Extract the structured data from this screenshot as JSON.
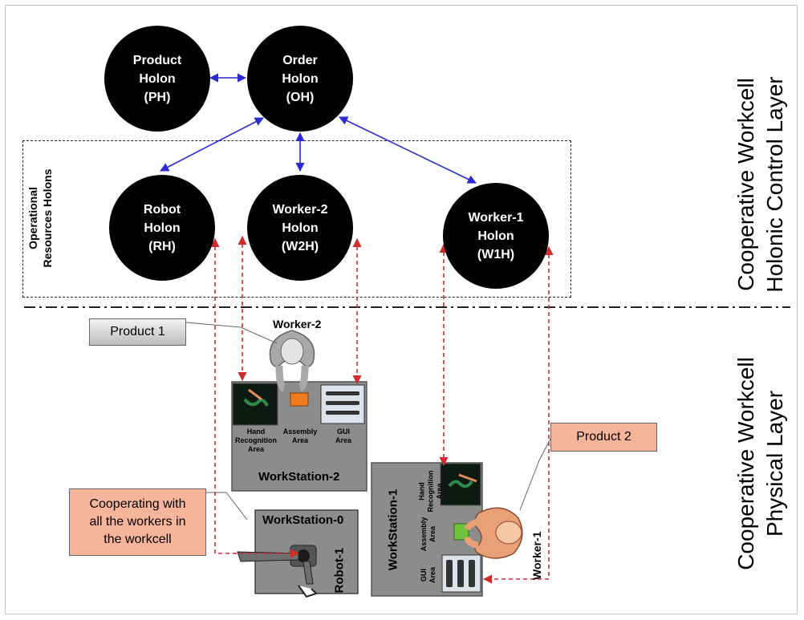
{
  "holons": {
    "product": [
      "Product",
      "Holon",
      "(PH)"
    ],
    "order": [
      "Order",
      "Holon",
      "(OH)"
    ],
    "robot": [
      "Robot",
      "Holon",
      "(RH)"
    ],
    "worker2": [
      "Worker-2",
      "Holon",
      "(W2H)"
    ],
    "worker1": [
      "Worker-1",
      "Holon",
      "(W1H)"
    ]
  },
  "group_label": [
    "Operational",
    "Resources Holons"
  ],
  "layers": {
    "control": [
      "Cooperative Workcell",
      "Holonic Control Layer"
    ],
    "physical": [
      "Cooperative Workcell",
      "Physical Layer"
    ]
  },
  "callouts": {
    "product1": "Product 1",
    "product2": "Product 2",
    "cooperating": [
      "Cooperating with",
      "all the workers in",
      "the workcell"
    ]
  },
  "workstation2": {
    "title": "WorkStation-2",
    "worker": "Worker-2",
    "hand_area": [
      "Hand",
      "Recognition",
      "Area"
    ],
    "assembly_area": [
      "Assembly",
      "Area"
    ],
    "gui_area": [
      "GUI",
      "Area"
    ]
  },
  "workstation1": {
    "title": "WorkStation-1",
    "worker": "Worker-1",
    "hand_area": [
      "Hand",
      "Recognition",
      "Area"
    ],
    "assembly_area": [
      "Assembly",
      "Area"
    ],
    "gui_area": [
      "GUI",
      "Area"
    ]
  },
  "workstation0": {
    "title": "WorkStation-0",
    "robot": "Robot-1"
  },
  "colors": {
    "holon_fill": "#000000",
    "arrow_blue": "#2b2bd6",
    "arrow_red": "#d42a2a",
    "callout_orange": "#f6b49a",
    "callout_gray": "#d9d9d9",
    "station_gray": "#8c8c8c",
    "product_orange": "#f07a1e",
    "product_green": "#72c33c"
  }
}
